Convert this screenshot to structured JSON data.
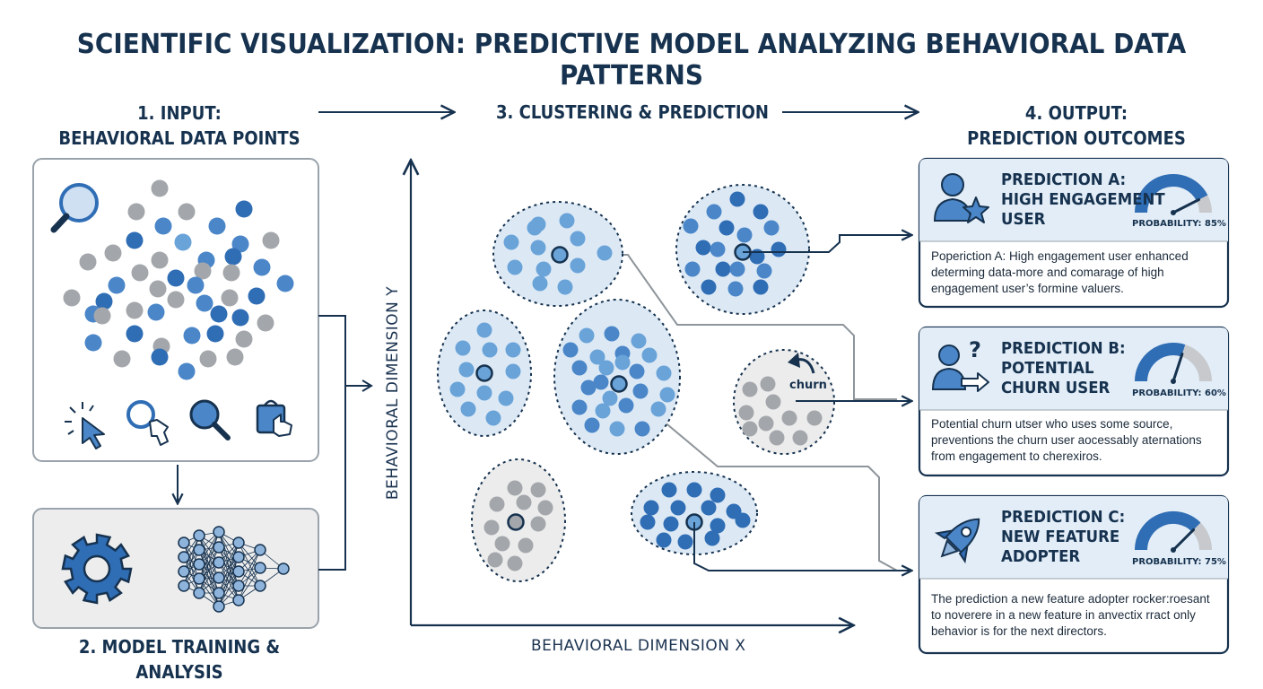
{
  "title": "SCIENTIFIC VISUALIZATION: PREDICTIVE MODEL ANALYZING BEHAVIORAL DATA PATTERNS",
  "sections": {
    "input": {
      "line1": "1. INPUT:",
      "line2": "BEHAVIORAL DATA POINTS"
    },
    "training": {
      "label": "2. MODEL TRAINING & ANALYSIS"
    },
    "clustering": {
      "label": "3. CLUSTERING & PREDICTION"
    },
    "output": {
      "line1": "4. OUTPUT:",
      "line2": "PREDICTION OUTCOMES"
    }
  },
  "axes": {
    "x_label": "BEHAVIORAL DIMENSION X",
    "y_label": "BEHAVIORAL DIMENSION Y"
  },
  "churn_label": "churn",
  "predictions": [
    {
      "line1": "PREDICTION A:",
      "line2": "HIGH ENGAGEMENT",
      "line3": "USER",
      "probability_label": "PROBABILITY: 85%",
      "probability": 0.85,
      "description": "Poperiction A: High engagement user enhanced determing data-more and comarage of high engagement user’s formine valuers."
    },
    {
      "line1": "PREDICTION B:",
      "line2": "POTENTIAL",
      "line3": "CHURN USER",
      "probability_label": "PROBABILITY: 60%",
      "probability": 0.6,
      "description": "Potential churn utser who uses some source, preventions the churn user aocessably aternations from engagement to cherexiros."
    },
    {
      "line1": "PREDICTION C:",
      "line2": "NEW FEATURE",
      "line3": "ADOPTER",
      "probability_label": "PROBABILITY: 75%",
      "probability": 0.75,
      "description": "The prediction a new feature adopter rocker:roesant to noverere in a new feature in anvectix rract only behavior is for the next directors."
    }
  ],
  "colors": {
    "navy": "#16324f",
    "blue_dark": "#2f6db5",
    "blue_mid": "#4a86c8",
    "blue_light": "#6aa3d8",
    "gray": "#a3a7ab",
    "panel_border": "#9aa3ab",
    "card_header": "#e2edf7",
    "cluster_blue_fill": "#dce9f5",
    "cluster_gray_fill": "#ececec"
  }
}
